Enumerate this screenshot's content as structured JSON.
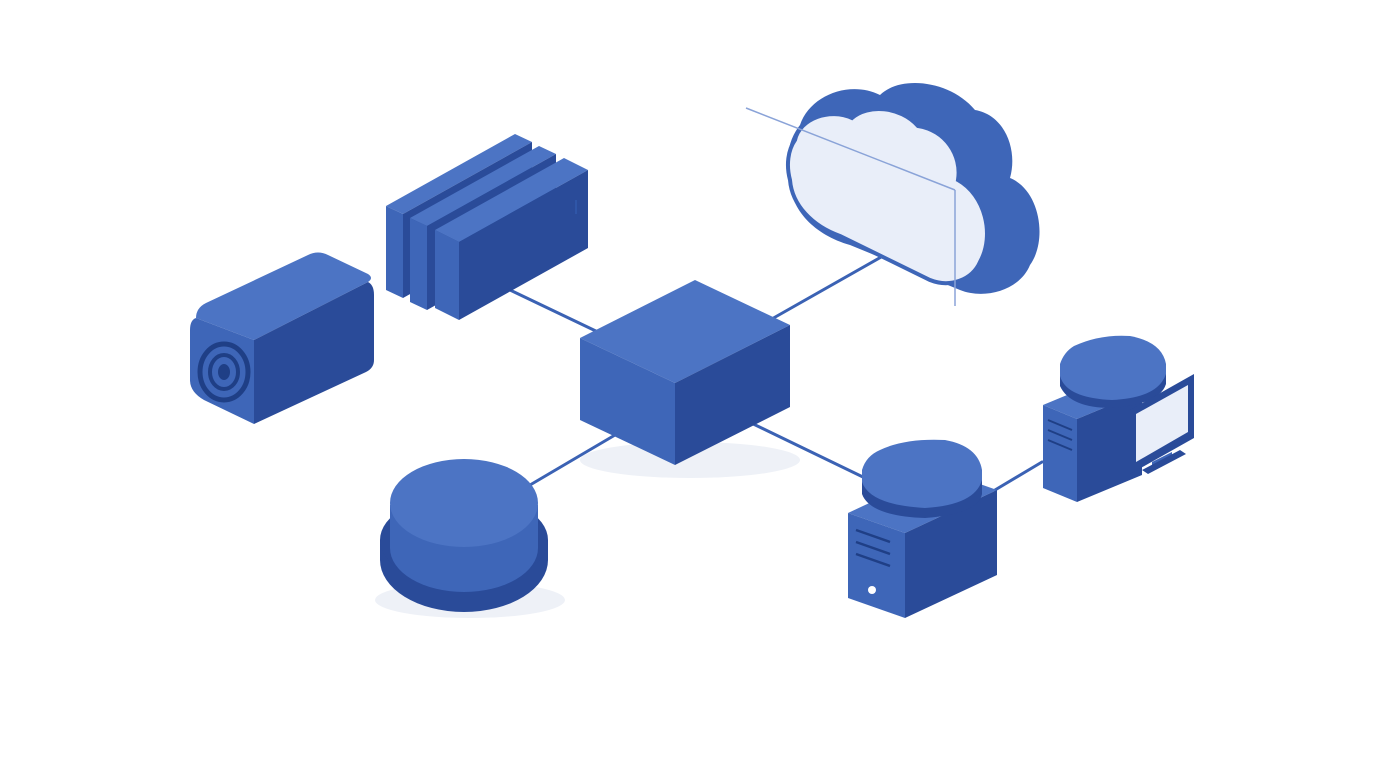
{
  "diagram": {
    "colors": {
      "front": "#3e66b8",
      "side": "#2a4b99",
      "top": "#4c74c4",
      "dark": "#1f3f86",
      "link": "#3b62b4",
      "glass": "#e9eef9",
      "background": "#ffffff"
    },
    "nodes": [
      {
        "id": "central-hub",
        "icon": "switch-box-icon"
      },
      {
        "id": "storage-array",
        "icon": "storage-array-icon"
      },
      {
        "id": "camera",
        "icon": "security-camera-icon"
      },
      {
        "id": "cloud",
        "icon": "cloud-icon"
      },
      {
        "id": "database",
        "icon": "database-cylinder-icon"
      },
      {
        "id": "server-tower",
        "icon": "server-tower-icon"
      },
      {
        "id": "workstation",
        "icon": "desktop-workstation-icon"
      }
    ],
    "links": [
      {
        "from": "central-hub",
        "to": "storage-array"
      },
      {
        "from": "central-hub",
        "to": "cloud"
      },
      {
        "from": "central-hub",
        "to": "database"
      },
      {
        "from": "central-hub",
        "to": "server-tower"
      },
      {
        "from": "server-tower",
        "to": "workstation"
      }
    ]
  }
}
